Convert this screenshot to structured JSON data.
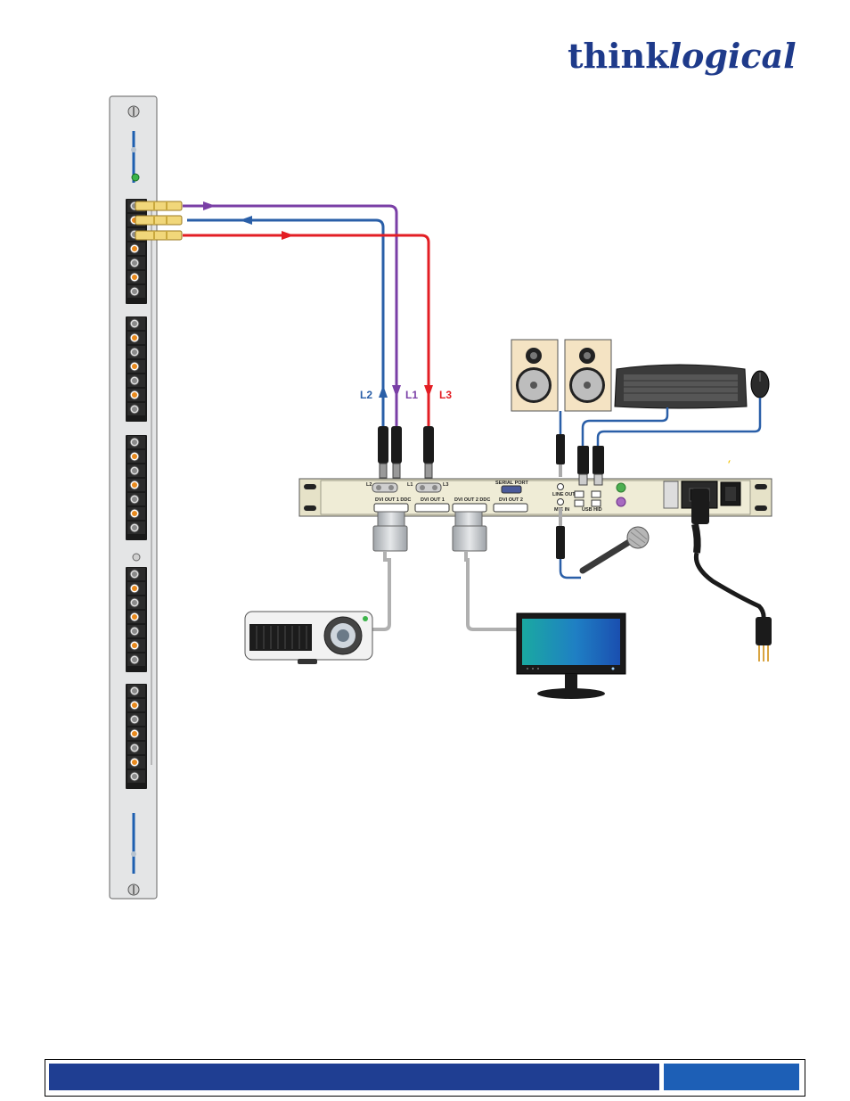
{
  "brand": {
    "logo_bold": "think",
    "logo_italic": "logical"
  },
  "fiber_links": [
    {
      "label": "L2",
      "color": "#2a5fa8"
    },
    {
      "label": "L1",
      "color": "#7a3fa6"
    },
    {
      "label": "L3",
      "color": "#e31e24"
    }
  ],
  "receiver_panel": {
    "port_labels": {
      "l2": "L2",
      "l1": "L1",
      "l3": "L3",
      "dvi_out_1_ddc": "DVI OUT 1 DDC",
      "dvi_out_1": "DVI OUT 1",
      "dvi_out_2_ddc": "DVI OUT 2 DDC",
      "dvi_out_2": "DVI OUT 2",
      "serial_port": "SERIAL PORT",
      "line_out": "LINE OUT",
      "mic_in": "MIC IN",
      "usb_hid": "USB HID"
    }
  },
  "devices": [
    "speaker-left",
    "speaker-right",
    "keyboard",
    "mouse",
    "microphone",
    "projector",
    "monitor",
    "power-cord"
  ],
  "colors": {
    "brand_blue": "#1e3a8a",
    "footer_blue": "#1f3e92",
    "footer_accent": "#1d5fb6",
    "cable_gray": "#b0b0b0"
  }
}
